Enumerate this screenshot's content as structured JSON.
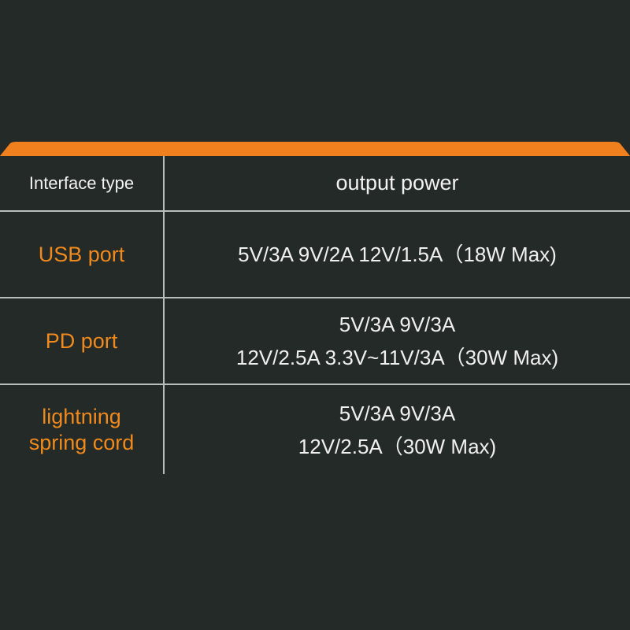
{
  "table": {
    "accent_color": "#f07f1e",
    "headers": {
      "interface": "Interface  type",
      "output": "output power"
    },
    "rows": [
      {
        "label": [
          "USB port"
        ],
        "values": [
          "5V/3A  9V/2A  12V/1.5A（18W Max)"
        ]
      },
      {
        "label": [
          "PD port"
        ],
        "values": [
          "5V/3A  9V/3A",
          "12V/2.5A  3.3V~11V/3A（30W Max)"
        ]
      },
      {
        "label": [
          "lightning",
          "spring cord"
        ],
        "values": [
          "5V/3A  9V/3A",
          "12V/2.5A（30W Max)"
        ]
      }
    ]
  }
}
